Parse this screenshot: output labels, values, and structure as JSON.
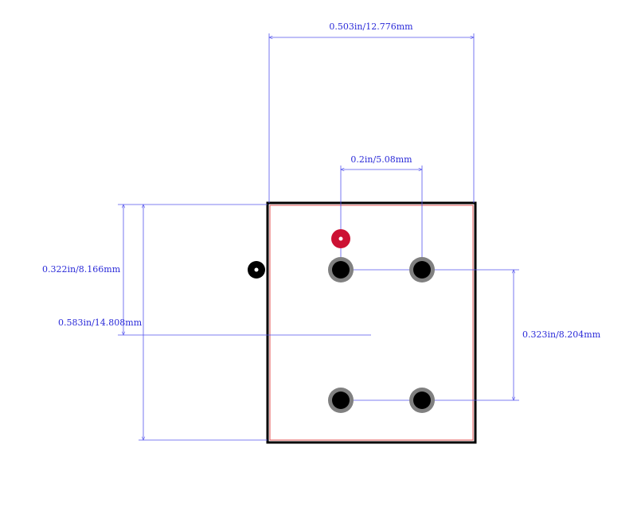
{
  "dimensions": {
    "width_total": "0.503in/12.776mm",
    "pitch_horizontal": "0.2in/5.08mm",
    "height_offset": "0.322in/8.166mm",
    "height_total": "0.583in/14.808mm",
    "pitch_vertical": "0.323in/8.204mm"
  },
  "colors": {
    "dimension": "#5555ee",
    "outline": "#000000",
    "courtyard": "#e05050",
    "pad_ring": "#808080",
    "pad_center": "#000000",
    "pin1_marker": "#cc1133"
  }
}
